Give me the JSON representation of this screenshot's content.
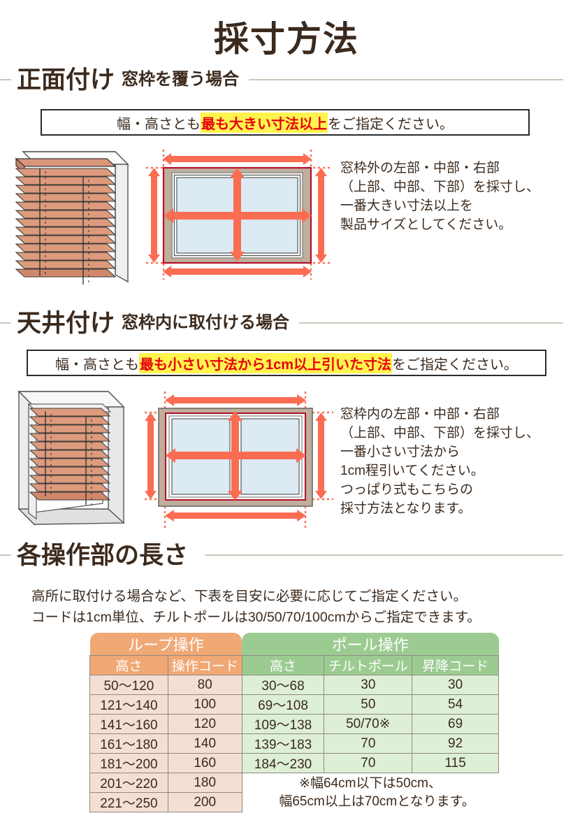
{
  "page": {
    "title": "採寸方法"
  },
  "sections": [
    {
      "id": "front-mount",
      "heading_main": "正面付け",
      "heading_sub": "窓枠を覆う場合",
      "notice": {
        "before": "幅・高さとも",
        "highlight": "最も大きい寸法以上",
        "after": "をご指定ください。"
      },
      "description": "窓枠外の左部・中部・右部\n（上部、中部、下部）を採寸し、\n一番大きい寸法以上を\n製品サイズとしてください。",
      "illustration": "blind-outside-mount",
      "diagram": "window-measure-outside"
    },
    {
      "id": "inside-mount",
      "heading_main": "天井付け",
      "heading_sub": "窓枠内に取付ける場合",
      "notice": {
        "before": "幅・高さとも",
        "highlight": "最も小さい寸法から1cm以上引いた寸法",
        "after": "をご指定ください。"
      },
      "description": "窓枠内の左部・中部・右部\n（上部、中部、下部）を採寸し、\n一番小さい寸法から\n1cm程引いてください。\nつっぱり式もこちらの\n採寸方法となります。",
      "illustration": "blind-inside-mount",
      "diagram": "window-measure-inside"
    },
    {
      "id": "operation-length",
      "heading_main": "各操作部の長さ",
      "heading_sub": "",
      "lead": "高所に取付ける場合など、下表を目安に必要に応じてご指定ください。\nコードは1cm単位、チルトポールは30/50/70/100cmからご指定できます。"
    }
  ],
  "table": {
    "group_headers": [
      "ループ操作",
      "ポール操作"
    ],
    "column_headers": [
      "高さ",
      "操作コード",
      "高さ",
      "チルトポール",
      "昇降コード"
    ],
    "loop_rows": [
      [
        "50〜120",
        "80"
      ],
      [
        "121〜140",
        "100"
      ],
      [
        "141〜160",
        "120"
      ],
      [
        "161〜180",
        "140"
      ],
      [
        "181〜200",
        "160"
      ],
      [
        "201〜220",
        "180"
      ],
      [
        "221〜250",
        "200"
      ]
    ],
    "pole_rows": [
      [
        "30〜68",
        "30",
        "30"
      ],
      [
        "69〜108",
        "50",
        "54"
      ],
      [
        "109〜138",
        "50/70※",
        "69"
      ],
      [
        "139〜183",
        "70",
        "92"
      ],
      [
        "184〜230",
        "70",
        "115"
      ]
    ],
    "footnote": "※幅64cm以下は50cm、\n　幅65cm以上は70cmとなります。"
  },
  "colors": {
    "text": "#3b2a1d",
    "highlight_bg": "#fff34d",
    "highlight_text": "#e8000d",
    "loop_header": "#f0a875",
    "loop_cell": "#f4dfd2",
    "pole_header": "#9ccb92",
    "pole_cell": "#ddefd6",
    "arrow": "#fb6d52",
    "frame_red": "#b3122e",
    "rule": "#cfc6bd"
  }
}
